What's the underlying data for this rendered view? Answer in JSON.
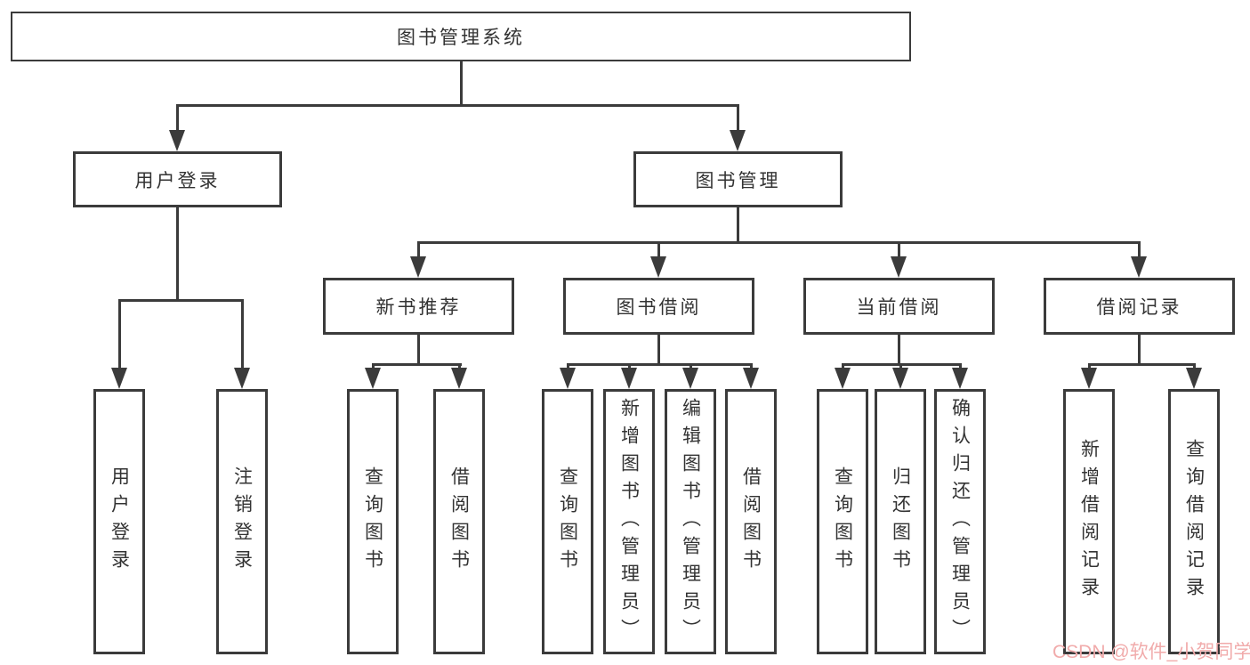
{
  "diagram": {
    "root": {
      "label": "图书管理系统"
    },
    "level2": [
      {
        "label": "用户登录"
      },
      {
        "label": "图书管理"
      }
    ],
    "level3": [
      {
        "label": "新书推荐"
      },
      {
        "label": "图书借阅"
      },
      {
        "label": "当前借阅"
      },
      {
        "label": "借阅记录"
      }
    ],
    "leaves": [
      {
        "label": "用户登录"
      },
      {
        "label": "注销登录"
      },
      {
        "label": "查询图书"
      },
      {
        "label": "借阅图书"
      },
      {
        "label": "查询图书"
      },
      {
        "label": "新增图书（管理员）"
      },
      {
        "label": "编辑图书（管理员）"
      },
      {
        "label": "借阅图书"
      },
      {
        "label": "查询图书"
      },
      {
        "label": "归还图书"
      },
      {
        "label": "确认归还（管理员）"
      },
      {
        "label": "新增借阅记录"
      },
      {
        "label": "查询借阅记录"
      }
    ]
  },
  "watermark": {
    "text": "CSDN @软件_小贺同学"
  },
  "colors": {
    "line": "#3b3b3b",
    "text": "#333333",
    "watermark": "#f1abab",
    "background": "#ffffff"
  }
}
